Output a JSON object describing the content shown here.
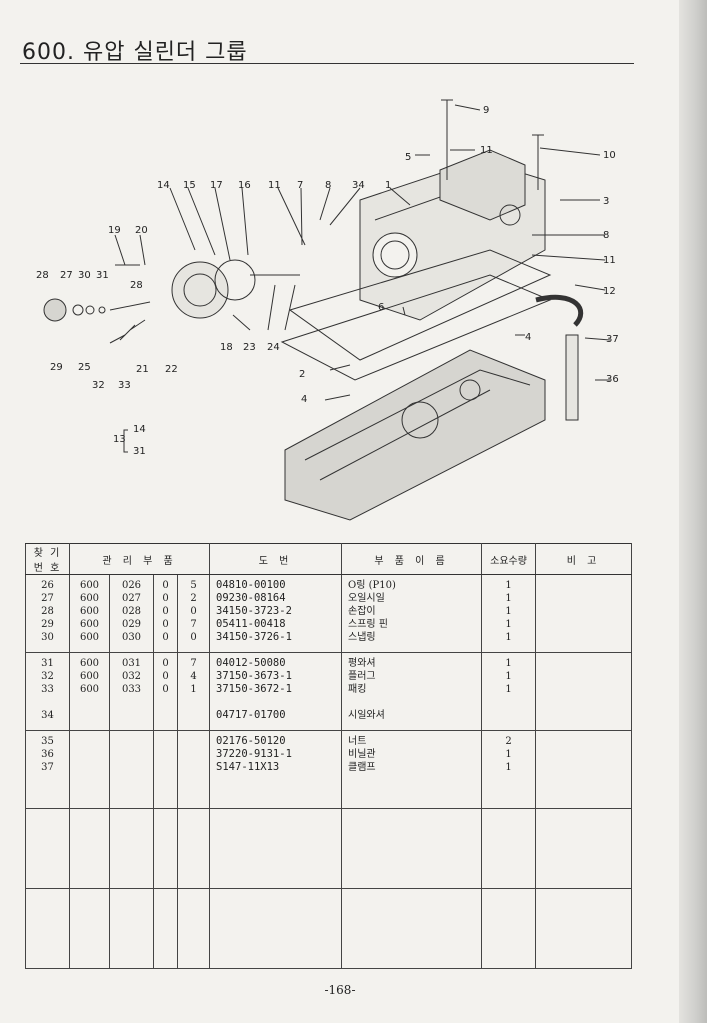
{
  "title": "600. 유압 실린더 그룹",
  "diagram": {
    "callouts": [
      "9",
      "11",
      "5",
      "10",
      "14",
      "15",
      "17",
      "16",
      "11",
      "7",
      "8",
      "34",
      "1",
      "3",
      "19",
      "20",
      "8",
      "11",
      "28",
      "27",
      "30",
      "31",
      "28",
      "12",
      "6",
      "4",
      "37",
      "29",
      "25",
      "32",
      "33",
      "21",
      "22",
      "18",
      "23",
      "24",
      "2",
      "36",
      "4"
    ],
    "sub_ref": {
      "group": "13",
      "from": "14",
      "to": "31"
    }
  },
  "table": {
    "headers": {
      "find_no": "찾 기 번 호",
      "mgmt": "관 리 부 품",
      "drawing": "도 번",
      "name": "부 품 이 름",
      "qty": "소요수량",
      "remark": "비 고"
    },
    "groups": [
      {
        "rows": [
          {
            "no": "26",
            "a": "600",
            "b": "026",
            "c": "0",
            "d": "5",
            "drawing": "04810-00100",
            "name": "O링 (P10)",
            "qty": "1"
          },
          {
            "no": "27",
            "a": "600",
            "b": "027",
            "c": "0",
            "d": "2",
            "drawing": "09230-08164",
            "name": "오일시일",
            "qty": "1"
          },
          {
            "no": "28",
            "a": "600",
            "b": "028",
            "c": "0",
            "d": "0",
            "drawing": "34150-3723-2",
            "name": "손잡이",
            "qty": "1"
          },
          {
            "no": "29",
            "a": "600",
            "b": "029",
            "c": "0",
            "d": "7",
            "drawing": "05411-00418",
            "name": "스프링 핀",
            "qty": "1"
          },
          {
            "no": "30",
            "a": "600",
            "b": "030",
            "c": "0",
            "d": "0",
            "drawing": "34150-3726-1",
            "name": "스냅링",
            "qty": "1"
          }
        ]
      },
      {
        "rows": [
          {
            "no": "31",
            "a": "600",
            "b": "031",
            "c": "0",
            "d": "7",
            "drawing": "04012-50080",
            "name": "평와셔",
            "qty": "1"
          },
          {
            "no": "32",
            "a": "600",
            "b": "032",
            "c": "0",
            "d": "4",
            "drawing": "37150-3673-1",
            "name": "플러그",
            "qty": "1"
          },
          {
            "no": "33",
            "a": "600",
            "b": "033",
            "c": "0",
            "d": "1",
            "drawing": "37150-3672-1",
            "name": "패킹",
            "qty": "1"
          },
          {
            "no": "",
            "a": "",
            "b": "",
            "c": "",
            "d": "",
            "drawing": "",
            "name": "",
            "qty": ""
          },
          {
            "no": "34",
            "a": "",
            "b": "",
            "c": "",
            "d": "",
            "drawing": "04717-01700",
            "name": "시일와셔",
            "qty": ""
          }
        ]
      },
      {
        "rows": [
          {
            "no": "35",
            "a": "",
            "b": "",
            "c": "",
            "d": "",
            "drawing": "02176-50120",
            "name": "너트",
            "qty": "2"
          },
          {
            "no": "36",
            "a": "",
            "b": "",
            "c": "",
            "d": "",
            "drawing": "37220-9131-1",
            "name": "비닐관",
            "qty": "1"
          },
          {
            "no": "37",
            "a": "",
            "b": "",
            "c": "",
            "d": "",
            "drawing": "S147-11X13",
            "name": "클램프",
            "qty": "1"
          }
        ]
      },
      {
        "rows": []
      },
      {
        "rows": []
      }
    ]
  },
  "page_number": "-168-"
}
